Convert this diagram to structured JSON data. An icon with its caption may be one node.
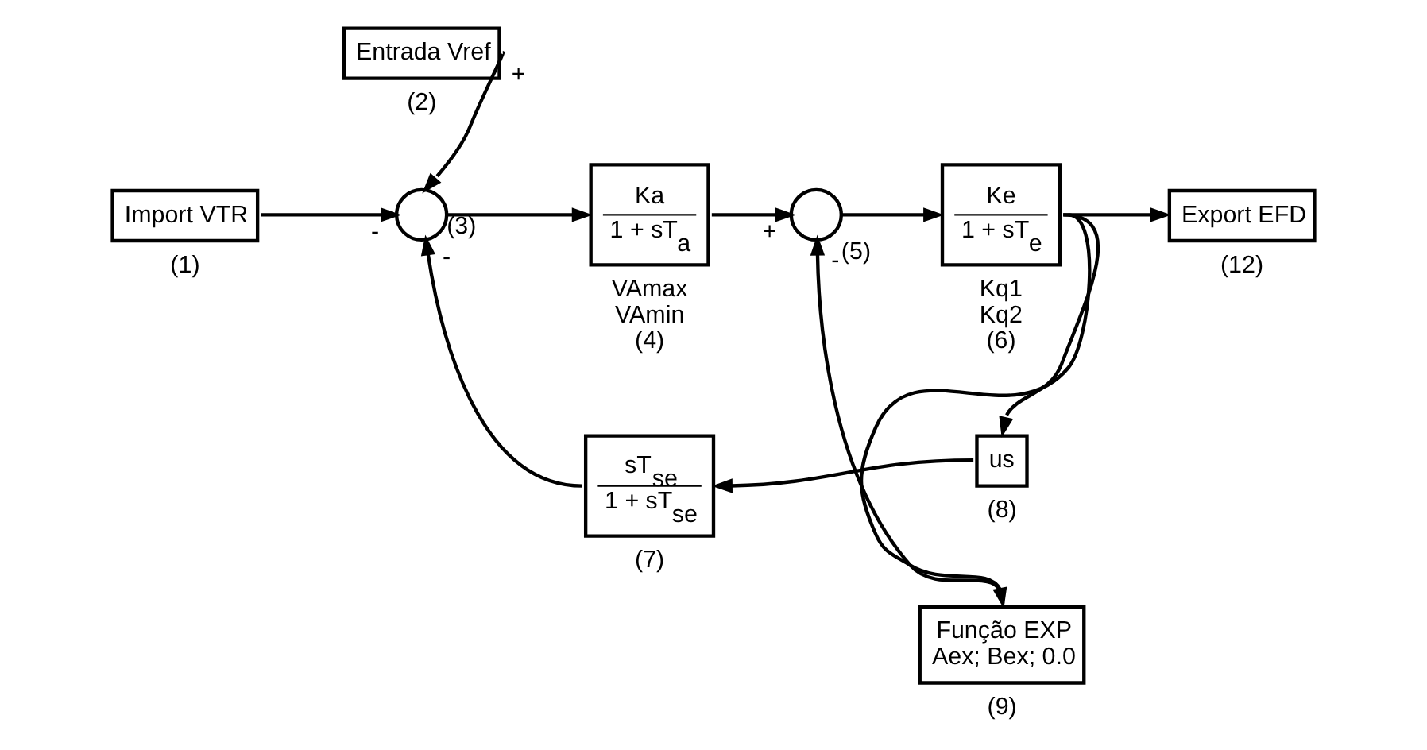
{
  "diagram": {
    "nodes": [
      {
        "text": [
          "Import VTR"
        ],
        "beside": [
          "(1)"
        ]
      },
      {
        "text": [
          "Entrada Vref"
        ],
        "beside": [
          "(2)"
        ]
      },
      {
        "text": [],
        "shape": "circle",
        "beside": [
          "(3)"
        ]
      },
      {
        "text": [
          "Ka",
          "1 + sT$_{a}$"
        ],
        "beside": [
          "VAmax",
          "VAmin",
          "(4)"
        ]
      },
      {
        "text": [],
        "shape": "circle",
        "beside": [
          "(5)"
        ]
      },
      {
        "text": [
          "Ke",
          "1 + sT$_{e}$"
        ],
        "beside": [
          "Kq1",
          "Kq2",
          "(6)"
        ]
      },
      {
        "text": [
          "Função EXP",
          "Aex; Bex; 0.0"
        ],
        "beside": [
          "(9)"
        ]
      },
      {
        "text": [
          "sT$_{se}$",
          "1 + sT$_{se}$"
        ],
        "beside": [
          "(7)"
        ]
      },
      {
        "text": [
          "us"
        ],
        "beside": [
          "(8)"
        ]
      },
      {
        "text": [
          "Export EFD"
        ],
        "beside": [
          "(12)"
        ]
      }
    ],
    "edges": [
      {
        "from": 0,
        "to": 2,
        "arrow": "to",
        "label": "-"
      },
      {
        "from": 1,
        "to": 2,
        "arrow": "to",
        "label": "+"
      },
      {
        "from": 2,
        "to": 3,
        "arrow": "to"
      },
      {
        "from": 3,
        "to": 4,
        "arrow": "to",
        "label": "+"
      },
      {
        "from": 4,
        "to": 5,
        "arrow": "to"
      },
      {
        "from": 5,
        "to": 9,
        "arrow": "to"
      },
      {
        "from": 5,
        "to": 6,
        "arrow": "to"
      },
      {
        "from": 5,
        "to": 8,
        "arrow": "to"
      },
      {
        "from": 6,
        "to": 4,
        "arrow": "to",
        "label": "-"
      },
      {
        "from": 8,
        "to": 7,
        "arrow": "to"
      },
      {
        "from": 7,
        "to": 2,
        "arrow": "to",
        "label": "-"
      }
    ]
  }
}
